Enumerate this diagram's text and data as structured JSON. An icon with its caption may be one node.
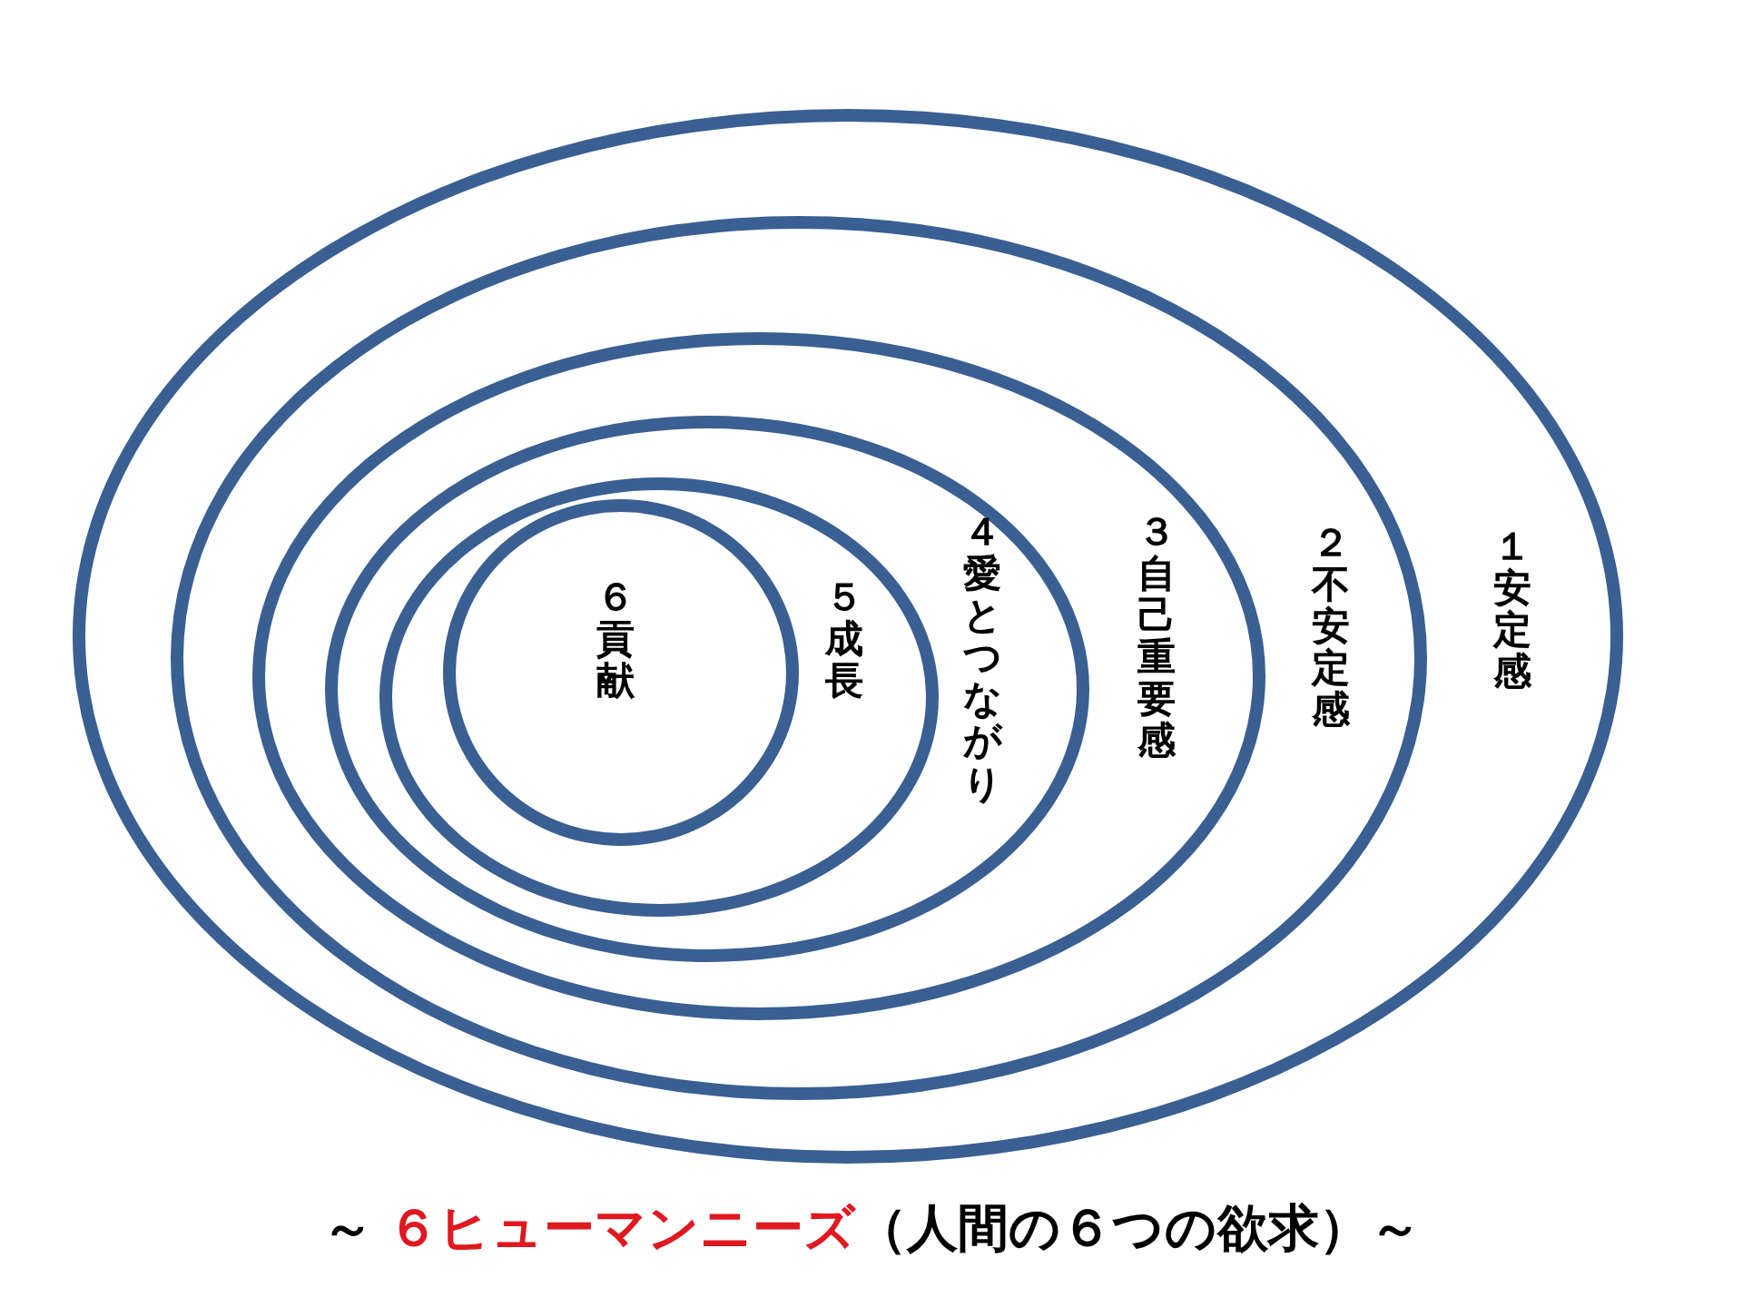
{
  "diagram": {
    "nodes": [
      {
        "text": [
          "１",
          "安定感"
        ]
      },
      {
        "text": [
          "２",
          "不安定感"
        ],
        "in": 0
      },
      {
        "text": [
          "３",
          "自己重要感"
        ],
        "in": 1
      },
      {
        "text": [
          "４",
          "愛とつながり"
        ],
        "in": 2
      },
      {
        "text": [
          "５",
          "成長"
        ],
        "in": 3
      },
      {
        "text": [
          "６",
          "貢献"
        ],
        "in": 4
      }
    ],
    "labels": [
      "～",
      "６ヒューマンニーズ",
      "（人間の６つの欲求）～"
    ]
  }
}
